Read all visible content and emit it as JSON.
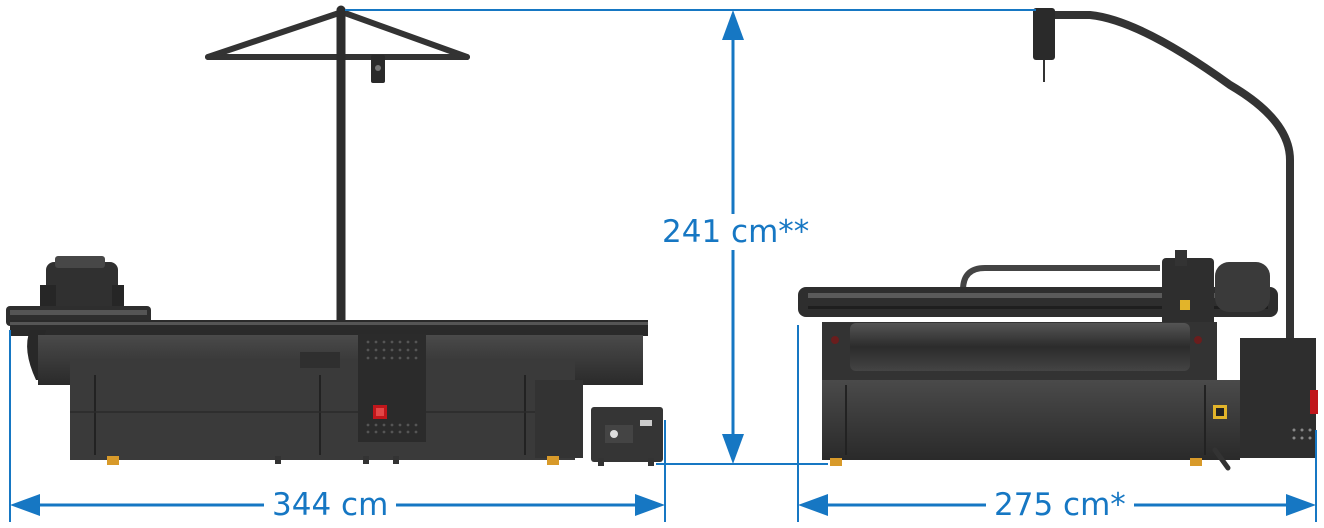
{
  "dimensions": {
    "width": "344 cm",
    "depth": "275 cm*",
    "height": "241 cm**"
  },
  "colors": {
    "dimension_line": "#1677c3",
    "machine_body": "#3a3a3a",
    "machine_dark": "#232323",
    "accent_red": "#c0161b",
    "accent_yellow": "#e2b42a",
    "foot_orange": "#d89a2a"
  }
}
